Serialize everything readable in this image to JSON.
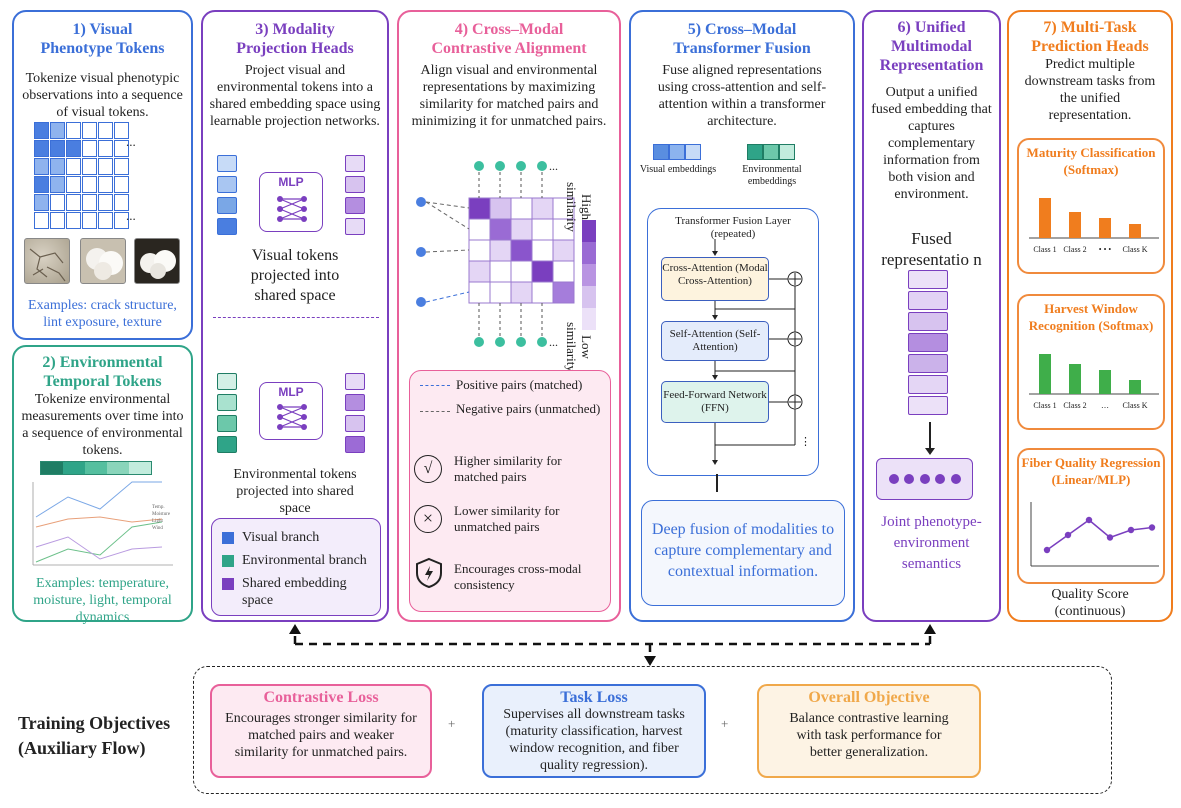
{
  "p1": {
    "title": "1) Visual Phenotype Tokens",
    "desc": "Tokenize visual phenotypic observations into a sequence of visual tokens.",
    "ellipsis": "...",
    "examples": "Examples: crack structure, lint exposure, texture"
  },
  "p2": {
    "title": "2) Environmental Temporal Tokens",
    "desc": "Tokenize environmental measurements over time into a sequence of environmental tokens.",
    "examples": "Examples: temperature, moisture, light, temporal dynamics",
    "legend": [
      "Temp.",
      "Moisture",
      "Light",
      "Wind"
    ]
  },
  "p3": {
    "title": "3) Modality Projection Heads",
    "desc": "Project visual and environmental tokens into a shared embedding space using learnable projection networks.",
    "mlp": "MLP",
    "visual_caption": "Visual tokens projected into shared space",
    "env_caption": "Environmental tokens projected into shared space",
    "legend": [
      "Visual branch",
      "Environmental branch",
      "Shared embedding space"
    ]
  },
  "p4": {
    "title": "4) Cross–Modal Contrastive Alignment",
    "desc": "Align visual and environmental representations by maximizing similarity for matched pairs and minimizing it for unmatched pairs.",
    "high": "High similarity",
    "low": "Low similarity",
    "ellipsis": "...",
    "legend": {
      "pos": "Positive pairs (matched)",
      "neg": "Negative pairs (unmatched)",
      "higher": "Higher similarity for matched pairs",
      "lower": "Lower similarity for unmatched pairs",
      "encourage": "Encourages cross-modal consistency"
    }
  },
  "p5": {
    "title": "5) Cross–Modal Transformer Fusion",
    "desc": "Fuse aligned representations using cross-attention and self-attention within a transformer architecture.",
    "vis_emb": "Visual embeddings",
    "env_emb": "Environmental embeddings",
    "layer_title": "Transformer Fusion Layer (repeated)",
    "cross": "Cross-Attention (Modal Cross-Attention)",
    "self": "Self-Attention (Self-Attention)",
    "ffn": "Feed-Forward Network (FFN)",
    "vdots": "⋮",
    "bottom": "Deep fusion of modalities to capture complementary and contextual information."
  },
  "p6": {
    "title": "6) Unified Multimodal Representation",
    "desc": "Output a unified fused embedding that captures complementary information from both vision and environment.",
    "fused": "Fused representatio n",
    "joint": "Joint phenotype-environment semantics"
  },
  "p7": {
    "title": "7) Multi-Task Prediction Heads",
    "desc": "Predict multiple downstream tasks from the unified representation.",
    "maturity": {
      "title": "Maturity Classification (Softmax)",
      "labels": [
        "Class 1",
        "Class 2",
        "• • •",
        "Class K"
      ]
    },
    "harvest": {
      "title": "Harvest Window Recognition (Softmax)",
      "labels": [
        "Class 1",
        "Class 2",
        "…",
        "Class K"
      ]
    },
    "fiber": {
      "title": "Fiber Quality Regression (Linear/MLP)"
    },
    "quality": "Quality Score (continuous)"
  },
  "training": {
    "label": "Training Objectives (Auxiliary Flow)",
    "plus": "+",
    "contrastive": {
      "title": "Contrastive Loss",
      "text": "Encourages stronger similarity for matched pairs and weaker similarity for unmatched pairs."
    },
    "task": {
      "title": "Task Loss",
      "text": "Supervises all downstream tasks (maturity classification, harvest window recognition, and fiber quality regression)."
    },
    "overall": {
      "title": "Overall Objective",
      "text": "Balance contrastive learning with task performance for better generalization."
    }
  },
  "chart_data": [
    {
      "type": "bar",
      "title": "Maturity Classification (Softmax)",
      "categories": [
        "Class 1",
        "Class 2",
        "• • •",
        "Class K"
      ],
      "values": [
        1.0,
        0.65,
        0.5,
        0.35
      ]
    },
    {
      "type": "bar",
      "title": "Harvest Window Recognition (Softmax)",
      "categories": [
        "Class 1",
        "Class 2",
        "…",
        "Class K"
      ],
      "values": [
        1.0,
        0.75,
        0.6,
        0.35
      ]
    },
    {
      "type": "line",
      "title": "Fiber Quality Regression (Linear/MLP)",
      "values": [
        0.2,
        0.5,
        0.8,
        0.45,
        0.6,
        0.65
      ]
    }
  ],
  "colors": {
    "blue": "#3b6fd8",
    "teal": "#2fa488",
    "purple": "#7a3fbf",
    "pink": "#e8609a",
    "orange": "#f07d1e",
    "lightblue": "#a9c6f2",
    "lightteal": "#a9e2cf",
    "lightpurple": "#d7c3ef"
  }
}
